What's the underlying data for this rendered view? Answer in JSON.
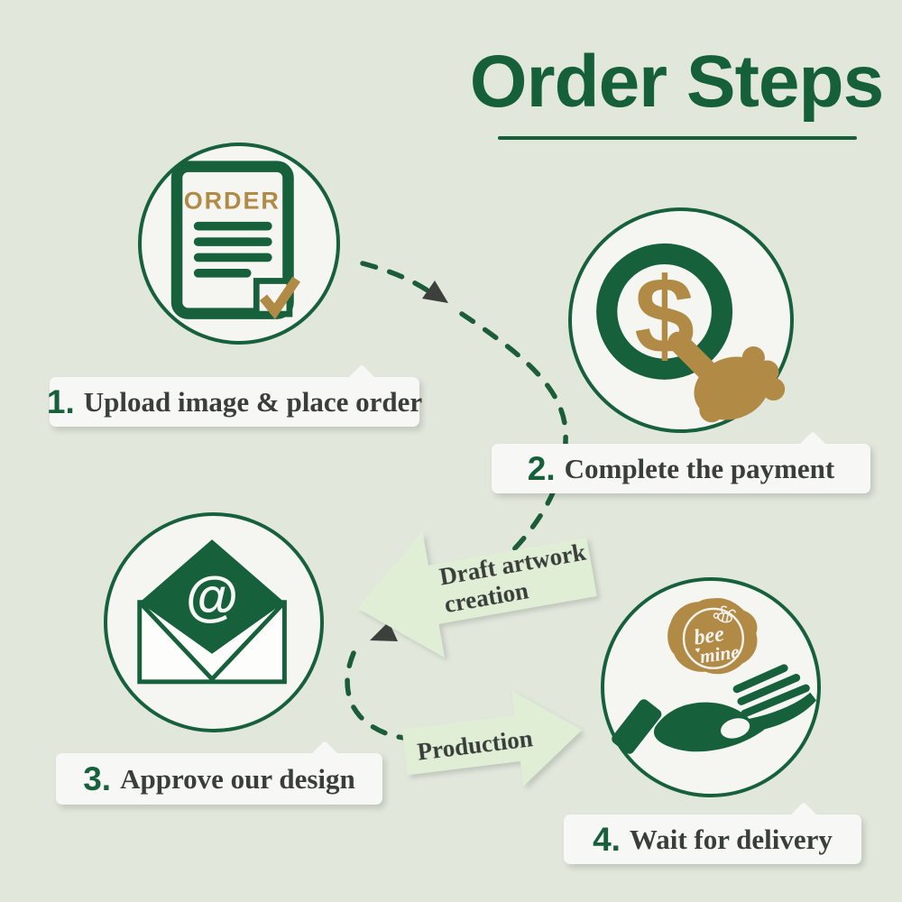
{
  "title": "Order Steps",
  "steps": [
    {
      "number": "1.",
      "label": "Upload image & place order"
    },
    {
      "number": "2.",
      "label": "Complete the payment"
    },
    {
      "number": "3.",
      "label": "Approve our design"
    },
    {
      "number": "4.",
      "label": "Wait for delivery"
    }
  ],
  "flow_arrows": {
    "draft": {
      "line1": "Draft artwork",
      "line2": "creation",
      "direction": "left"
    },
    "production": {
      "line1": "Production",
      "direction": "right"
    }
  },
  "icons": {
    "step1": {
      "name": "order-document-icon",
      "doc_title": "ORDER"
    },
    "step2": {
      "name": "payment-click-icon",
      "currency_symbol": "$"
    },
    "step3": {
      "name": "email-envelope-icon",
      "at_sign": "@"
    },
    "step4": {
      "name": "delivery-hand-icon",
      "seal_word1": "bee",
      "seal_word2": "mine",
      "seal_heart": "♥"
    }
  },
  "colors": {
    "background": "#e2e7dc",
    "brand_green": "#16603c",
    "gold": "#b18a46",
    "label_box_bg": "#f7f8f5",
    "label_text": "#3a3e3b",
    "flow_arrow_fill": "#e1eed6",
    "arrowhead": "#3b403c",
    "circle_fill": "#f5f6f2"
  }
}
